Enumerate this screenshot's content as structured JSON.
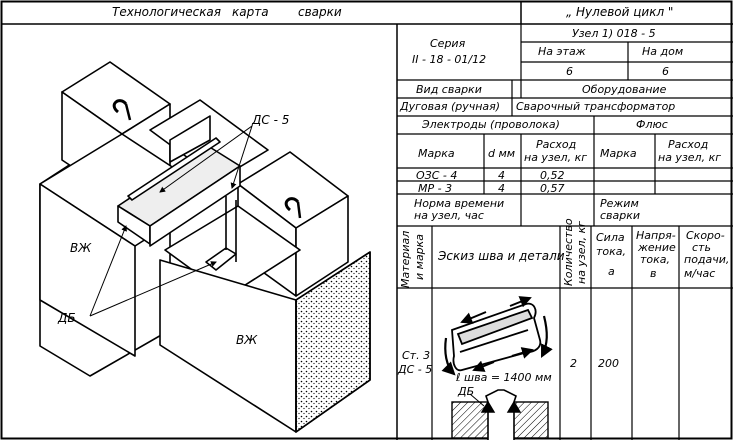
{
  "header": {
    "left_title": [
      "Технологическая",
      "карта",
      "сварки"
    ],
    "right_title": "„ Нулевой цикл \""
  },
  "series": {
    "label": "Серия",
    "code": "II - 18 - 01/12"
  },
  "node": {
    "label": "Узел 1) 018 - 5"
  },
  "per_floor": {
    "label": "На этаж",
    "value": "6"
  },
  "per_house": {
    "label": "На дом",
    "value": "6"
  },
  "weld_type": {
    "label": "Вид сварки",
    "value": "Дуговая (ручная)"
  },
  "equipment": {
    "label": "Оборудование",
    "value": "Сварочный трансформатор"
  },
  "electrodes": {
    "label": "Электроды (проволока)",
    "col_mark": "Марка",
    "col_d": "d мм",
    "col_rate": [
      "Расход",
      "на узел, кг"
    ],
    "rows": [
      {
        "mark": "ОЗС - 4",
        "d": "4",
        "rate": "0,52"
      },
      {
        "mark": "МР - 3",
        "d": "4",
        "rate": "0,57"
      }
    ]
  },
  "flux": {
    "label": "Флюс",
    "col_mark": "Марка",
    "col_rate": [
      "Расход",
      "на узел, кг"
    ]
  },
  "time_norm": {
    "label": [
      "Норма времени",
      "на узел, час"
    ]
  },
  "mode": {
    "label": [
      "Режим",
      "сварки"
    ]
  },
  "table": {
    "h_material": [
      "Материал",
      "и марка"
    ],
    "h_sketch": "Эскиз шва и детали",
    "h_qty": [
      "Количество",
      "на узел, кг"
    ],
    "h_current": [
      "Сила",
      "тока,",
      "а"
    ],
    "h_voltage": [
      "Напря-",
      "жение",
      "тока,",
      "в"
    ],
    "h_speed": [
      "Скоро-",
      "сть",
      "подачи,",
      "м/час"
    ],
    "material": [
      "Ст. 3",
      "ДС - 5"
    ],
    "qty": "2",
    "current": "200"
  },
  "drawing": {
    "label_ds5": "ДС - 5",
    "label_dg": "ДБ",
    "label_vzh1": "ВЖ",
    "label_vzh2": "ВЖ",
    "hook1": "⊂",
    "hook2": "⊂",
    "sketch_seam": "ℓ шва = 1400 мм",
    "sketch_dg": "ДБ"
  }
}
